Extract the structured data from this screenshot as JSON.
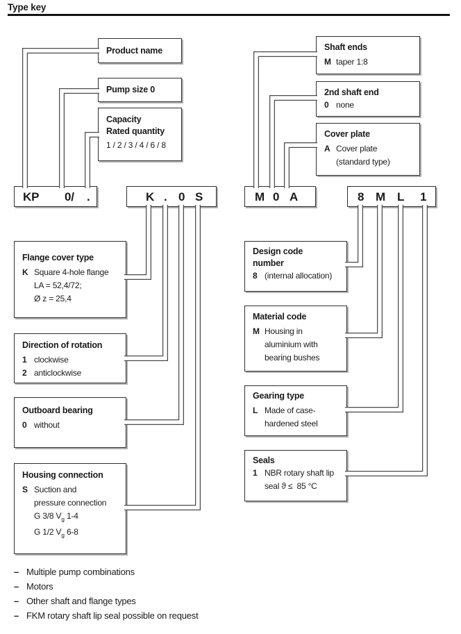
{
  "title": "Type key",
  "codes": {
    "kp": [
      "KP",
      "0/",
      "."
    ],
    "kos": [
      "K",
      ".",
      "0",
      "S"
    ],
    "moa": [
      "M",
      "0",
      "A"
    ],
    "ml1": [
      "8",
      "M",
      "L",
      "1"
    ]
  },
  "boxes": {
    "product_name": {
      "title": "Product name"
    },
    "pump_size": {
      "title": "Pump size 0"
    },
    "capacity": {
      "title": "Capacity",
      "title2": "Rated quantity",
      "values": "1 / 2 / 3 / 4 / 6 / 8"
    },
    "shaft_ends": {
      "title": "Shaft ends",
      "code": "M",
      "desc": "taper 1:8"
    },
    "second_shaft_end": {
      "title": "2nd shaft end",
      "code": "0",
      "desc": "none"
    },
    "cover_plate": {
      "title": "Cover plate",
      "code": "A",
      "desc": "Cover plate",
      "desc2": "(standard type)"
    },
    "flange_cover": {
      "title": "Flange cover type",
      "code": "K",
      "desc": "Square 4-hole flange",
      "desc2": "LA = 52,4/72;",
      "desc3": "Ø z = 25,4"
    },
    "direction": {
      "title": "Direction of rotation",
      "code1": "1",
      "desc1": "clockwise",
      "code2": "2",
      "desc2": "anticlockwise"
    },
    "outboard": {
      "title": "Outboard bearing",
      "code": "0",
      "desc": "without"
    },
    "housing": {
      "title": "Housing connection",
      "code": "S",
      "desc": "Suction and",
      "desc2": "pressure connection",
      "g1_pre": "G 3/8 V",
      "g1_sub": "g",
      "g1_post": " 1-4",
      "g2_pre": "G 1/2 V",
      "g2_sub": "g",
      "g2_post": " 6-8"
    },
    "design_code": {
      "title": "Design code",
      "title2": "number",
      "code": "8",
      "desc": "(internal allocation)"
    },
    "material": {
      "title": "Material code",
      "code": "M",
      "desc": "Housing in",
      "desc2": "aluminium with",
      "desc3": "bearing bushes"
    },
    "gearing": {
      "title": "Gearing type",
      "code": "L",
      "desc": "Made of case-",
      "desc2": "hardened steel"
    },
    "seals": {
      "title": "Seals",
      "code": "1",
      "desc": "NBR rotary shaft lip",
      "desc2": "seal ϑ ≤  85 °C"
    }
  },
  "footnotes": [
    {
      "bullet": "–",
      "text": "Multiple pump combinations"
    },
    {
      "bullet": "–",
      "text": "Motors"
    },
    {
      "bullet": "–",
      "text": "Other shaft and flange types"
    },
    {
      "bullet": "–",
      "text": "FKM rotary shaft lip seal possible on request"
    }
  ],
  "colors": {
    "line": "#4a4a4a",
    "rule": "#141414",
    "shadow": "#b0b0b0",
    "text": "#1a1a1a"
  }
}
